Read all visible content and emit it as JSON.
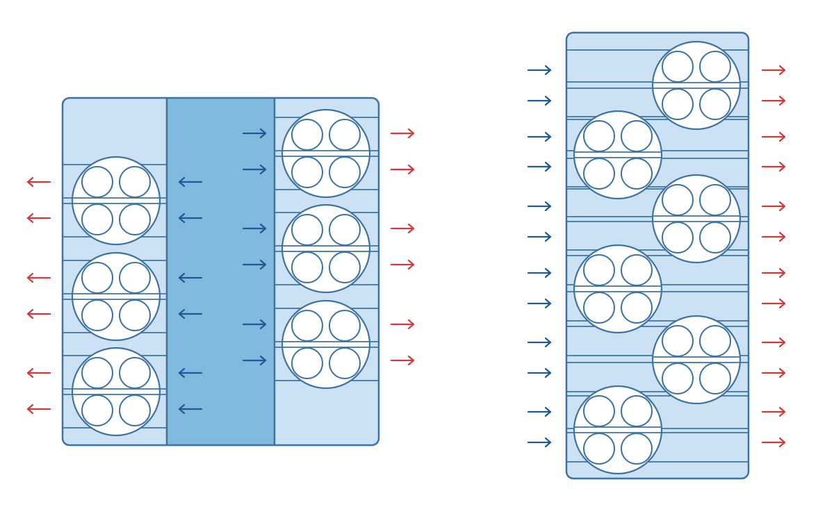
{
  "colors": {
    "outline": "#3d73a3",
    "light_fill": "#cce2f4",
    "mid_fill": "#81b9df",
    "hot_arrow": "#d23a3a",
    "cold_arrow": "#1e5a94",
    "background": "#ffffff"
  },
  "layout_a": {
    "left_column": {
      "engines": 3,
      "arrow_color": "hot_arrow",
      "arrow_direction": "left"
    },
    "center_channel": {
      "arrows_per_engine": 2,
      "left_side_direction": "left",
      "right_side_direction": "right",
      "arrow_color": "cold_arrow"
    },
    "right_column": {
      "engines": 3,
      "arrow_color": "hot_arrow",
      "arrow_direction": "right"
    }
  },
  "layout_b": {
    "engines": 6,
    "arrangement": "staggered",
    "inlet_arrows": {
      "count": 12,
      "arrow_color": "cold_arrow",
      "direction": "right"
    },
    "outlet_arrows": {
      "count": 12,
      "arrow_color": "hot_arrow",
      "direction": "right"
    }
  },
  "icons": {
    "engine": "engine-circle-icon",
    "arrow_left": "arrow-left-icon",
    "arrow_right": "arrow-right-icon"
  }
}
